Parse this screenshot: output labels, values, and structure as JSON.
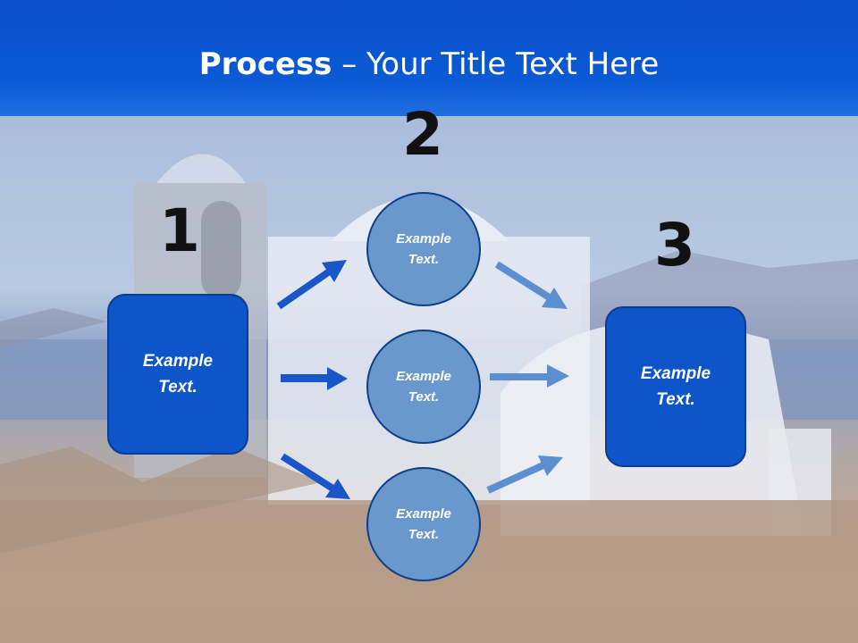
{
  "title": {
    "bold": "Process",
    "rest": " – Your Title Text Here"
  },
  "steps": {
    "n1": "1",
    "n2": "2",
    "n3": "3"
  },
  "left_box": {
    "line1": "Example",
    "line2": "Text."
  },
  "right_box": {
    "line1": "Example",
    "line2": "Text."
  },
  "circles": [
    {
      "line1": "Example",
      "line2": "Text."
    },
    {
      "line1": "Example",
      "line2": "Text."
    },
    {
      "line1": "Example",
      "line2": "Text."
    }
  ],
  "colors": {
    "header": "#0b5ad6",
    "box": "#0d55c8",
    "circle": "#6a98cc",
    "arrow_dark": "#1a56c8",
    "arrow_light": "#5b8fd0"
  }
}
